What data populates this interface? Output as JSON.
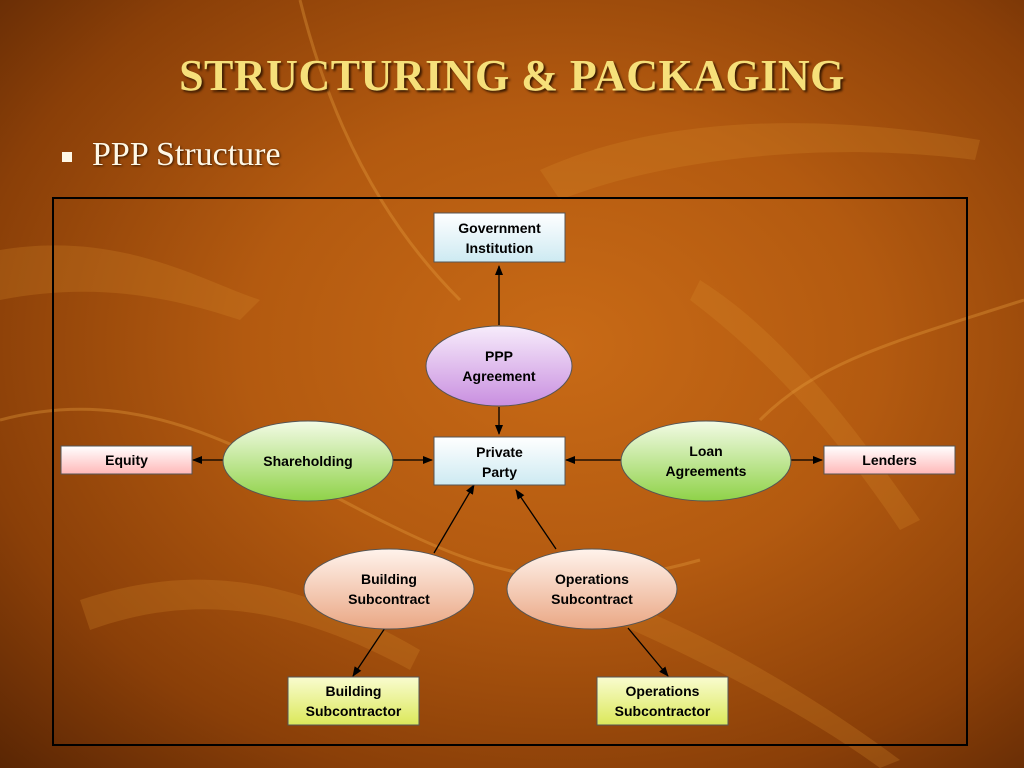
{
  "slide": {
    "title": "STRUCTURING & PACKAGING",
    "bullet": "PPP Structure"
  },
  "diagram": {
    "nodes": {
      "government_institution": [
        "Government",
        "Institution"
      ],
      "ppp_agreement": [
        "PPP",
        "Agreement"
      ],
      "private_party": [
        "Private",
        "Party"
      ],
      "shareholding": [
        "Shareholding"
      ],
      "equity": [
        "Equity"
      ],
      "loan_agreements": [
        "Loan",
        "Agreements"
      ],
      "lenders": [
        "Lenders"
      ],
      "building_subcontract": [
        "Building",
        "Subcontract"
      ],
      "operations_subcontract": [
        "Operations",
        "Subcontract"
      ],
      "building_subcontractor": [
        "Building",
        "Subcontractor"
      ],
      "operations_subcontractor": [
        "Operations",
        "Subcontractor"
      ]
    },
    "edges": [
      {
        "from": "ppp_agreement",
        "to": "government_institution"
      },
      {
        "from": "ppp_agreement",
        "to": "private_party"
      },
      {
        "from": "shareholding",
        "to": "equity"
      },
      {
        "from": "shareholding",
        "to": "private_party"
      },
      {
        "from": "loan_agreements",
        "to": "private_party"
      },
      {
        "from": "loan_agreements",
        "to": "lenders"
      },
      {
        "from": "building_subcontract",
        "to": "private_party"
      },
      {
        "from": "operations_subcontract",
        "to": "private_party"
      },
      {
        "from": "building_subcontract",
        "to": "building_subcontractor"
      },
      {
        "from": "operations_subcontract",
        "to": "operations_subcontractor"
      }
    ]
  },
  "colors": {
    "title": "#f6e07a",
    "box_blue": "#dff3f8",
    "box_red": "#ffd6d6",
    "box_yellow": "#eef59a",
    "ellipse_purple": "#d7aee9",
    "ellipse_green": "#a8df6e",
    "ellipse_peach": "#f5c6ab"
  }
}
